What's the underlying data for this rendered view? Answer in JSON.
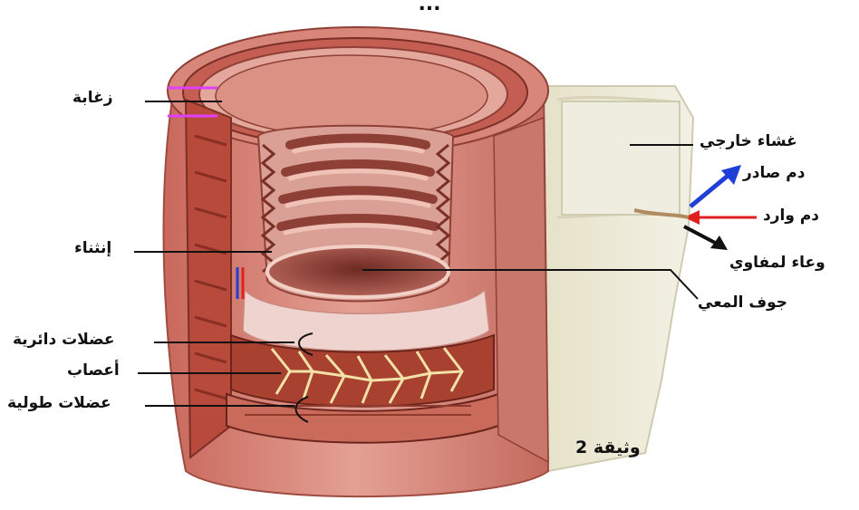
{
  "title": "...",
  "caption": "وثيقة 2",
  "labels": {
    "villus": "زغابة",
    "fold": "إنثناء",
    "circular_muscles": "عضلات دائرية",
    "nerves": "أعصاب",
    "longitudinal_muscles": "عضلات طولية",
    "outer_membrane": "غشاء خارجي",
    "outgoing_blood": "دم صادر",
    "incoming_blood": "دم وارد",
    "lymph_vessel": "وعاء لمفاوي",
    "intestinal_lumen": "جوف المعي"
  },
  "colors": {
    "outgoing_arrow": "#1f3fd6",
    "incoming_arrow": "#e01f1f",
    "lymph_arrow": "#111111",
    "tissue": "#d9837a",
    "muscle": "#a8412f",
    "mesentery": "#ecebd8"
  }
}
